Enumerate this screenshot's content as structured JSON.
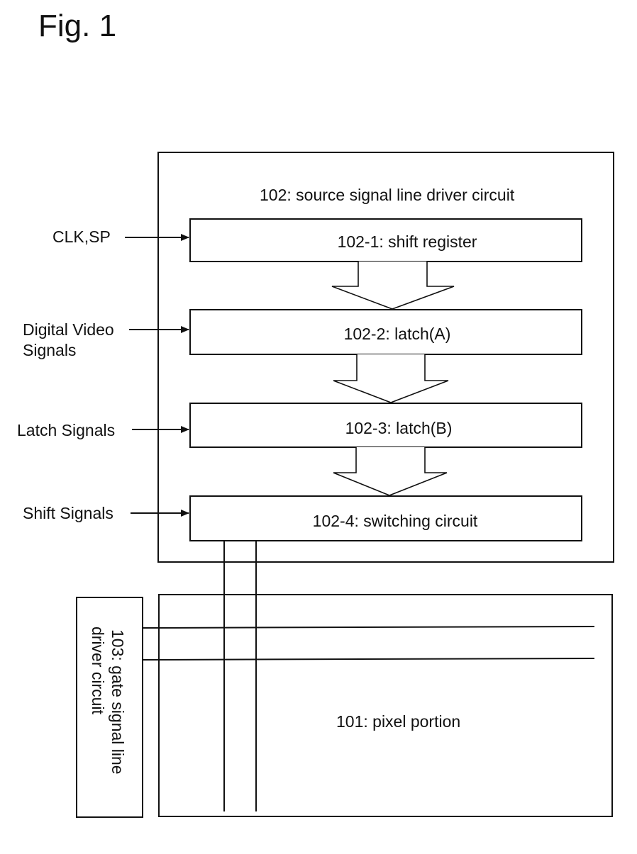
{
  "figure_title": "Fig. 1",
  "source_driver": {
    "label": "102: source signal line driver circuit"
  },
  "blocks": {
    "shift_register": "102-1: shift register",
    "latch_a": "102-2: latch(A)",
    "latch_b": "102-3: latch(B)",
    "switching_circuit": "102-4: switching circuit"
  },
  "inputs": {
    "clk_sp": "CLK,SP",
    "video_line1": "Digital Video",
    "video_line2": "Signals",
    "latch_signals": "Latch Signals",
    "shift_signals": "Shift Signals"
  },
  "gate_driver": {
    "line1": "103: gate signal line",
    "line2": "driver circuit"
  },
  "pixel_portion": {
    "label": "101: pixel portion"
  }
}
